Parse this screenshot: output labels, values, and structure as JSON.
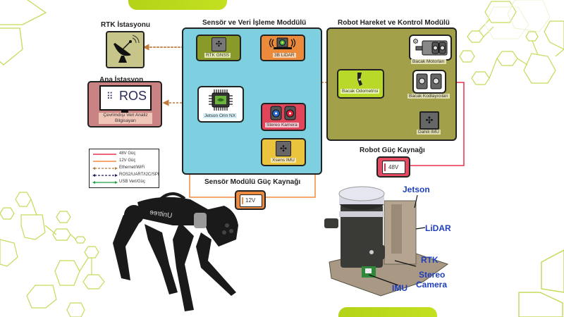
{
  "diagram": {
    "decor": {
      "accent_green": "#b5d61a",
      "hex_pattern_color": "#c6da5a"
    },
    "rtk_station": {
      "title": "RTK İstasyonu",
      "icon": "satellite-dish-icon",
      "fill": "#c7c58a"
    },
    "base_station": {
      "title": "Ana İstasyon",
      "screen_text": "ROS",
      "screen_icon": "ros-dots-icon",
      "caption_line1": "Çevrimdışı Veri Analiz",
      "caption_line2": "Bilgisayarı",
      "fill": "#c98383"
    },
    "sensor_module": {
      "title": "Sensör ve Veri İşleme Moddülü",
      "fill": "#7ecfe0",
      "nodes": [
        {
          "id": "rtk-gnss",
          "label": "RTK GNSS",
          "icon": "gnss-chip-icon",
          "fill": "#8a9a2a"
        },
        {
          "id": "lidar",
          "label": "3B LiDAR",
          "icon": "lidar-icon",
          "fill": "#ec8a3c"
        },
        {
          "id": "jetson",
          "label": "Jetson Orin NX",
          "icon": "processor-chip-icon",
          "fill": "#ffffff"
        },
        {
          "id": "stereo",
          "label": "Stereo Kamera",
          "icon": "stereo-camera-icon",
          "fill": "#e0455a"
        },
        {
          "id": "imu",
          "label": "Xsens IMU",
          "icon": "imu-icon",
          "fill": "#e9c43c"
        }
      ]
    },
    "control_module": {
      "title": "Robot Hareket ve Kontrol Modülü",
      "fill": "#a3a04a",
      "nodes": [
        {
          "id": "odometry",
          "label": "Bacak Odometrisi",
          "icon": "robot-leg-icon",
          "fill": "#b8d92a"
        },
        {
          "id": "motors",
          "label": "Bacak Motorları",
          "icon": "motor-icon",
          "fill": "#ffffff"
        },
        {
          "id": "encoders",
          "label": "Bacak Kodlayıcıları",
          "icon": "encoder-icon",
          "fill": "#ffffff"
        },
        {
          "id": "internal-imu",
          "label": "Dahili IMU",
          "icon": "imu-icon",
          "fill": "#666666"
        }
      ]
    },
    "robot_power": {
      "title": "Robot Güç Kaynağı",
      "voltage": "48V",
      "fill": "#e24a62"
    },
    "sensor_power": {
      "title": "Sensör Modülü Güç Kaynağı",
      "voltage": "12V",
      "fill": "#ee8a40"
    },
    "legend": {
      "items": [
        {
          "label": "48V Güç",
          "color": "#e8304e",
          "style": "solid"
        },
        {
          "label": "12V Güç",
          "color": "#f08a40",
          "style": "solid"
        },
        {
          "label": "Ethernet/WiFi",
          "color": "#b07a3a",
          "style": "dashed"
        },
        {
          "label": "ROS2/UART/I2C/SPI",
          "color": "#1c1c5a",
          "style": "dashed"
        },
        {
          "label": "USB Veri/Güç",
          "color": "#1ea040",
          "style": "solid"
        }
      ]
    },
    "robot_photo": {
      "brand_text": "Unitree"
    },
    "sensor_mount_callouts": [
      "Jetson",
      "LiDAR",
      "RTK",
      "Stereo",
      "Camera",
      "IMU"
    ]
  }
}
